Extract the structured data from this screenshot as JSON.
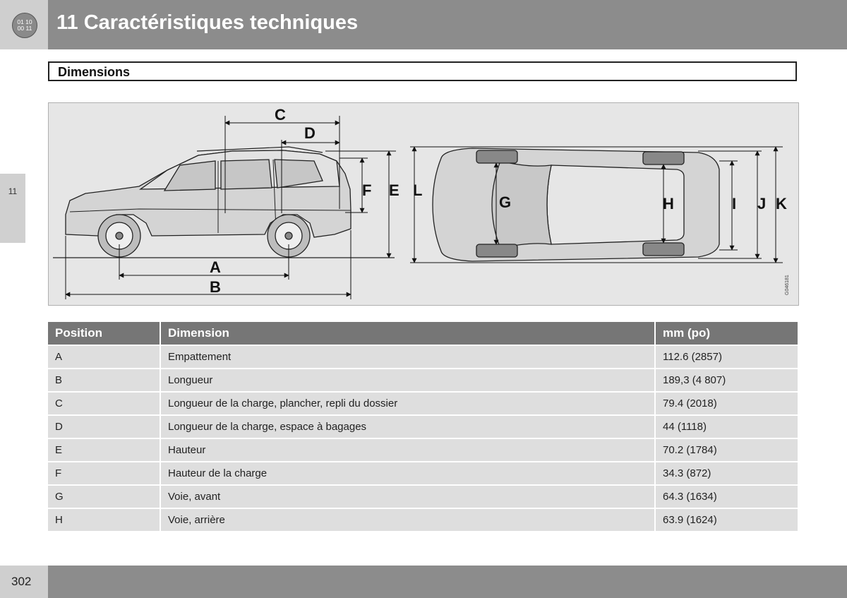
{
  "header": {
    "chapter_icon_lines": [
      "01 10",
      "00 11"
    ],
    "chapter_title": "11 Caractéristiques techniques"
  },
  "side_tab": {
    "label": "11"
  },
  "section": {
    "title": "Dimensions"
  },
  "figure": {
    "labels": [
      "A",
      "B",
      "C",
      "D",
      "E",
      "F",
      "G",
      "H",
      "I",
      "J",
      "K",
      "L"
    ],
    "code": "G046181"
  },
  "table": {
    "headers": [
      "Position",
      "Dimension",
      "mm (po)"
    ],
    "rows": [
      {
        "position": "A",
        "dimension": "Empattement",
        "value": "112.6 (2857)"
      },
      {
        "position": "B",
        "dimension": "Longueur",
        "value": "189,3 (4 807)"
      },
      {
        "position": "C",
        "dimension": "Longueur de la charge, plancher, repli du dossier",
        "value": "79.4 (2018)"
      },
      {
        "position": "D",
        "dimension": "Longueur de la charge, espace à bagages",
        "value": "44 (1118)"
      },
      {
        "position": "E",
        "dimension": "Hauteur",
        "value": "70.2 (1784)"
      },
      {
        "position": "F",
        "dimension": "Hauteur de la charge",
        "value": "34.3 (872)"
      },
      {
        "position": "G",
        "dimension": "Voie, avant",
        "value": "64.3 (1634)"
      },
      {
        "position": "H",
        "dimension": "Voie, arrière",
        "value": "63.9 (1624)"
      }
    ]
  },
  "footer": {
    "page_number": "302"
  }
}
